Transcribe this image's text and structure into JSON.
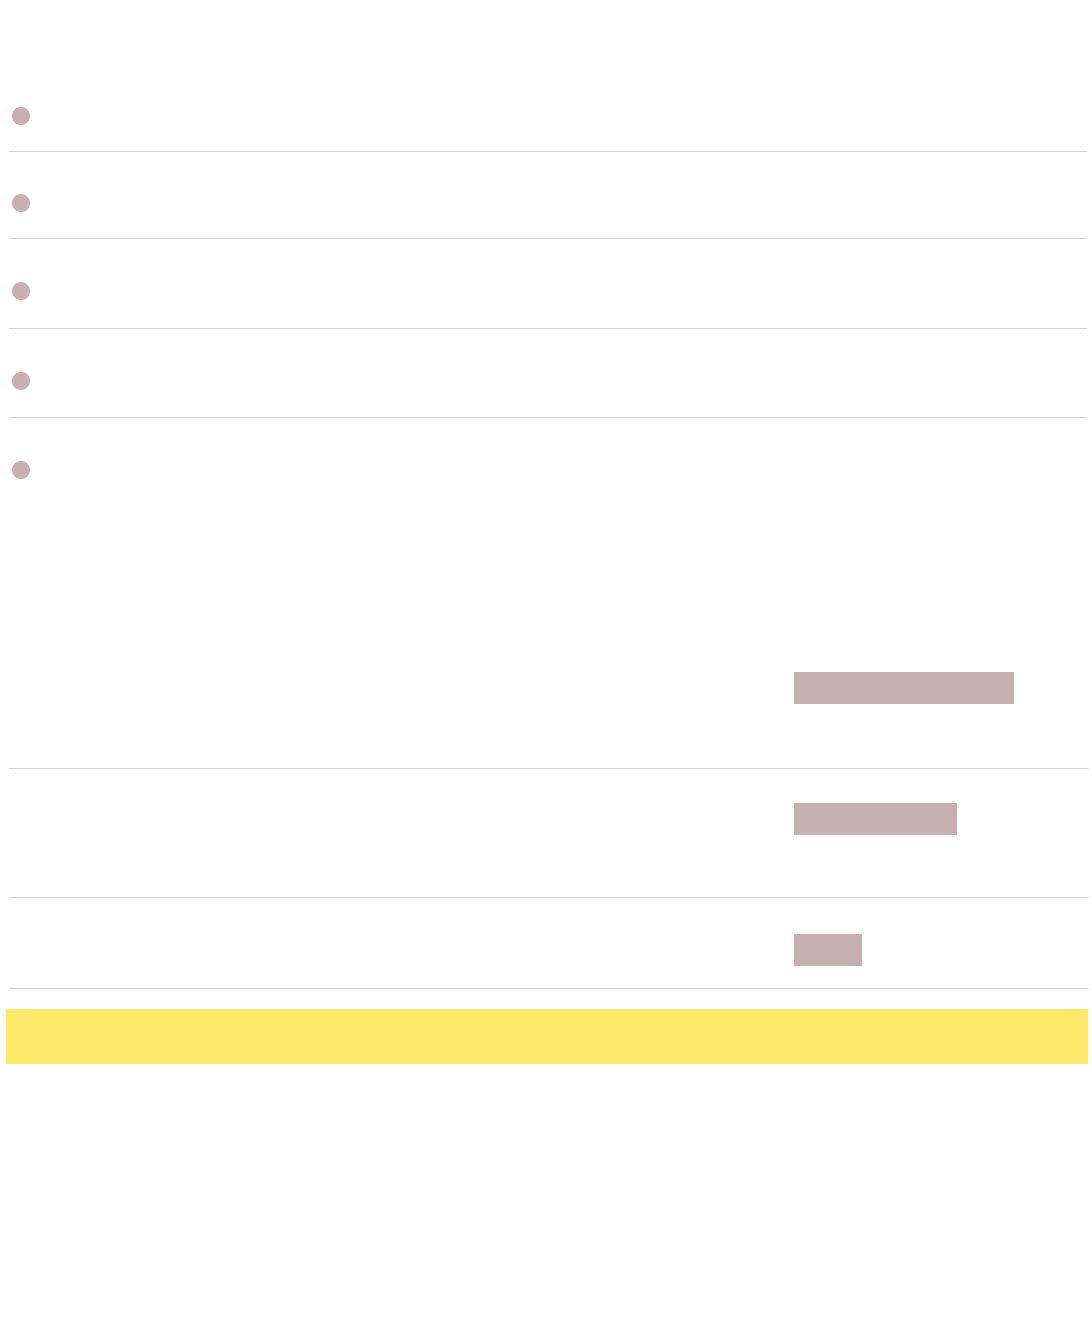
{
  "options": {
    "items": [
      {
        "label": ""
      },
      {
        "label": ""
      },
      {
        "label": ""
      },
      {
        "label": ""
      },
      {
        "label": ""
      }
    ]
  },
  "values": {
    "rows": [
      {
        "label": "",
        "value": "",
        "fill": 1.0
      },
      {
        "label": "",
        "value": "",
        "fill": 0.74
      },
      {
        "label": "",
        "value": "",
        "fill": 0.31
      }
    ]
  },
  "banner": {
    "text": "",
    "color": "#feea68"
  },
  "colors": {
    "placeholder": "#c7b0b1",
    "divider": "#cfcfcf",
    "background": "#ffffff"
  }
}
